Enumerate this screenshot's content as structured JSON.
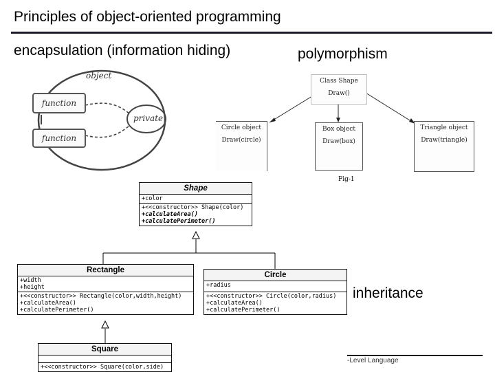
{
  "slide": {
    "title": "Principles of object-oriented programming",
    "encapsulation_label": "encapsulation (information hiding)",
    "polymorphism_label": "polymorphism",
    "inheritance_label": "inheritance",
    "footer_text": "-Level Language"
  },
  "encapsulation_sketch": {
    "object_label": "object",
    "function_top": "function",
    "function_bottom": "function",
    "private_label": "private"
  },
  "polymorphism_diagram": {
    "class_shape": "Class Shape",
    "class_shape_method": "Draw()",
    "circle_object": "Circle object",
    "circle_method": "Draw(circle)",
    "box_object": "Box object",
    "box_method": "Draw(box)",
    "triangle_object": "Triangle object",
    "triangle_method": "Draw(triangle)",
    "caption": "Fig-1"
  },
  "uml": {
    "shape": {
      "name": "Shape",
      "attributes": [
        "+color"
      ],
      "methods": [
        "+<<constructor>> Shape(color)",
        "+calculateArea()",
        "+calculatePerimeter()"
      ]
    },
    "rectangle": {
      "name": "Rectangle",
      "attributes": [
        "+width",
        "+height"
      ],
      "methods": [
        "+<<constructor>> Rectangle(color,width,height)",
        "+calculateArea()",
        "+calculatePerimeter()"
      ]
    },
    "circle": {
      "name": "Circle",
      "attributes": [
        "+radius"
      ],
      "methods": [
        "+<<constructor>> Circle(color,radius)",
        "+calculateArea()",
        "+calculatePerimeter()"
      ]
    },
    "square": {
      "name": "Square",
      "methods": [
        "+<<constructor>> Square(color,side)"
      ]
    }
  }
}
